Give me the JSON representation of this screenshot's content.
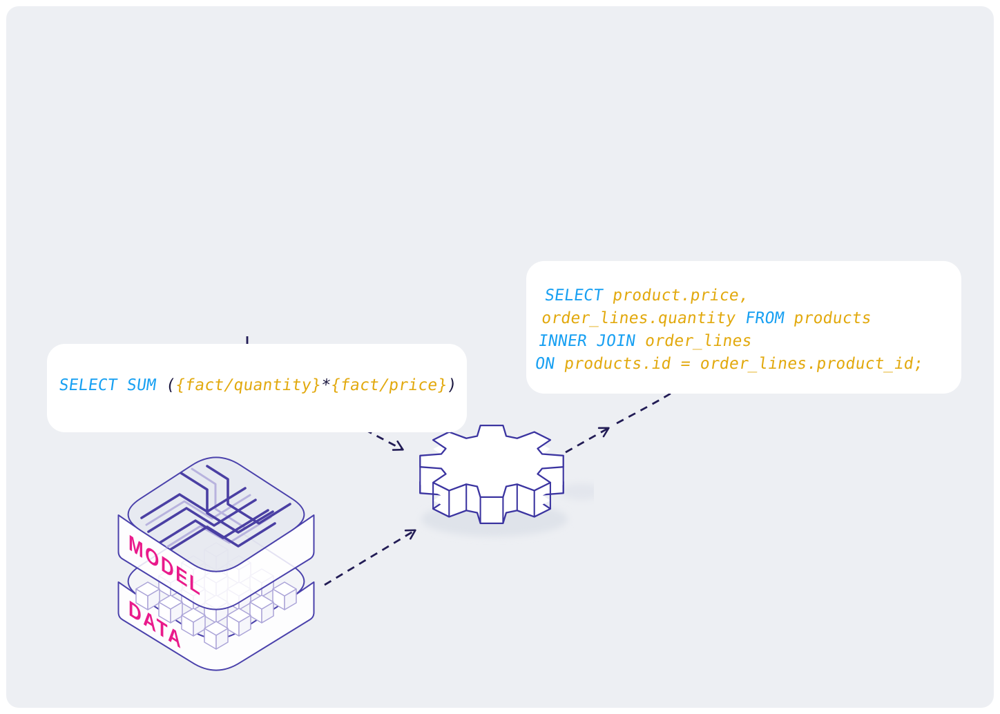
{
  "surface": {
    "page_bg": "#ffffff",
    "bg": "#edeff3"
  },
  "palette": {
    "keyword_blue": "#18a0f2",
    "code_gold": "#e2a90e",
    "punctuation_navy": "#1b1740",
    "arrow_navy": "#221c55",
    "gear_outline_indigo": "#3b34a0",
    "slab_outline_indigo": "#4a41ab",
    "trace_indigo": "#4a3fa3",
    "label_magenta": "#e91a8b",
    "panel_edge_gray": "#b6bfc9"
  },
  "left_card": {
    "tokens": [
      {
        "t": "SELECT SUM ",
        "c": "kw"
      },
      {
        "t": "(",
        "c": "pn"
      },
      {
        "t": "{fact/quantity}",
        "c": "lit"
      },
      {
        "t": "*",
        "c": "pn"
      },
      {
        "t": "{fact/price}",
        "c": "lit"
      },
      {
        "t": ")",
        "c": "pn"
      }
    ]
  },
  "right_card": {
    "lines": [
      [
        {
          "t": "SELECT ",
          "c": "kw"
        },
        {
          "t": "product.price,",
          "c": "lit"
        }
      ],
      [
        {
          "t": "order_lines.quantity ",
          "c": "lit"
        },
        {
          "t": "FROM ",
          "c": "kw"
        },
        {
          "t": "products",
          "c": "lit"
        }
      ],
      [
        {
          "t": "INNER JOIN ",
          "c": "kw"
        },
        {
          "t": "order_lines",
          "c": "lit"
        }
      ],
      [
        {
          "t": "ON ",
          "c": "kw"
        },
        {
          "t": "products.id = order_lines.product_id;",
          "c": "lit"
        }
      ]
    ]
  },
  "stack": {
    "model_label": "MODEL",
    "data_label": "DATA"
  }
}
